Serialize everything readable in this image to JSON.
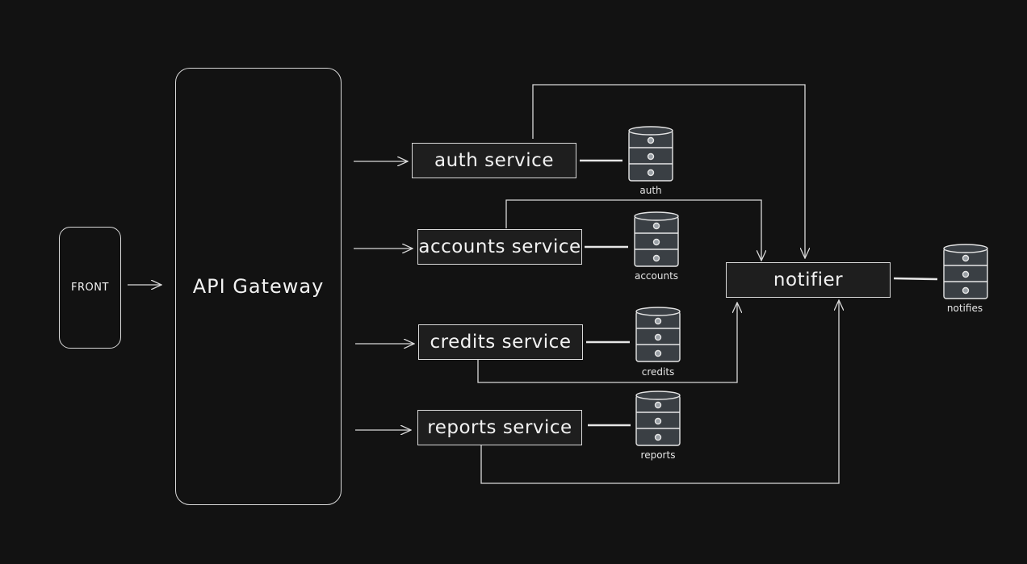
{
  "colors": {
    "background": "#121212",
    "stroke": "#d9d9d9",
    "box_fill": "#1e1e1e",
    "db_fill": "#3a3f44"
  },
  "front": {
    "label": "FRONT"
  },
  "gateway": {
    "label": "API Gateway"
  },
  "services": {
    "auth": "auth service",
    "accounts": "accounts service",
    "credits": "credits service",
    "reports": "reports service"
  },
  "notifier": {
    "label": "notifier"
  },
  "databases": {
    "auth": "auth",
    "accounts": "accounts",
    "credits": "credits",
    "reports": "reports",
    "notifies": "notifies"
  }
}
